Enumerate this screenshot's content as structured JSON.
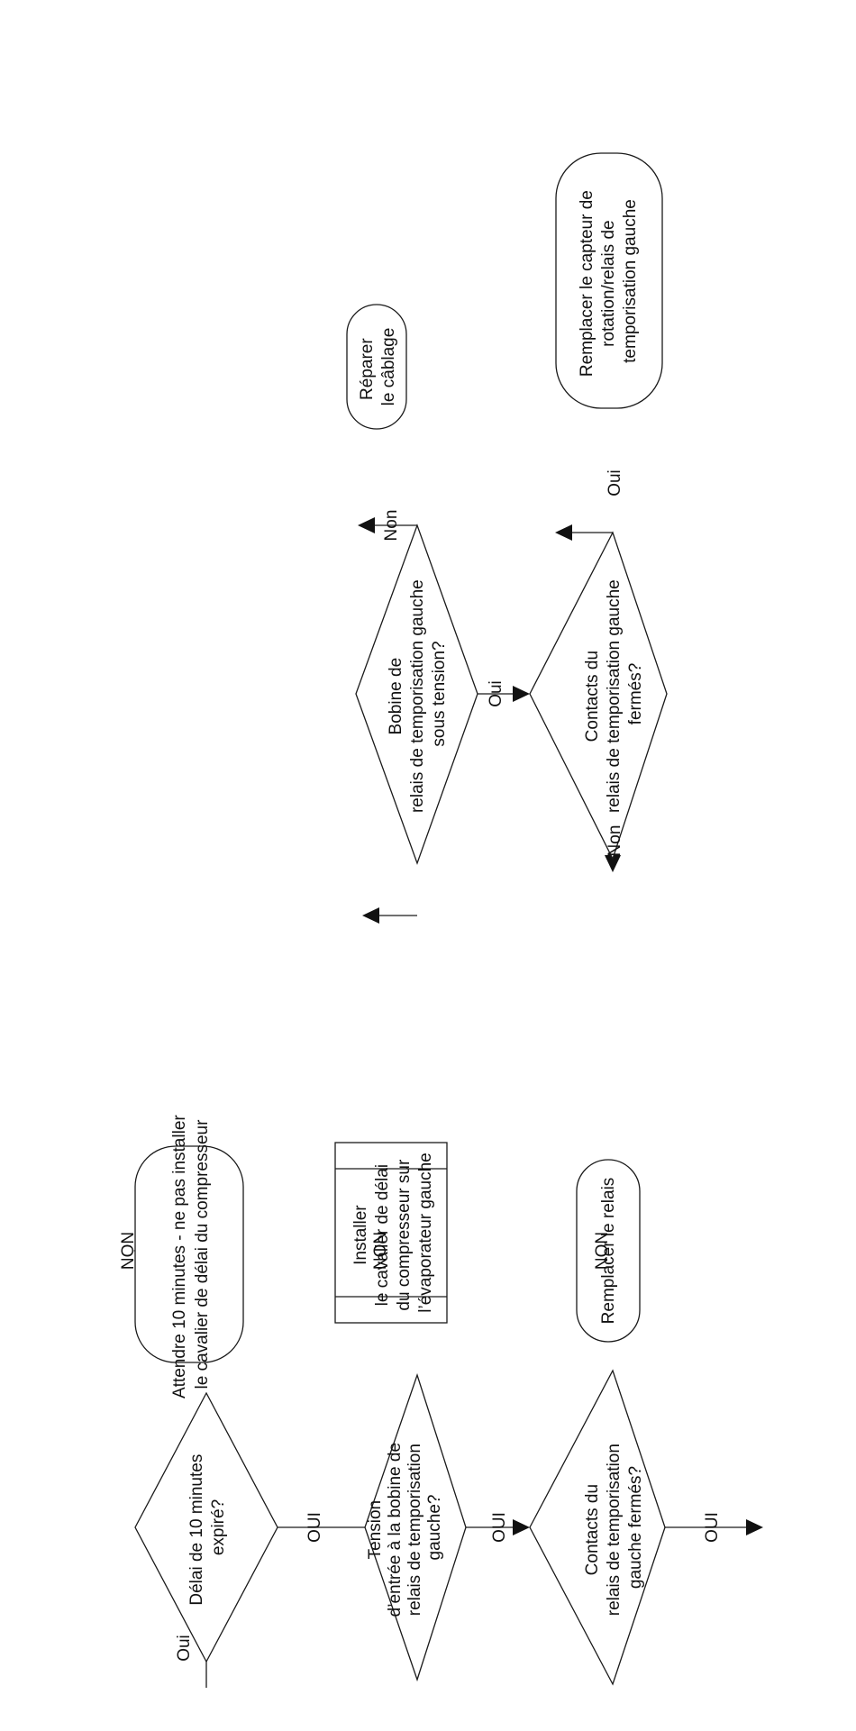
{
  "diagram": {
    "nodes": {
      "d1": {
        "lines": [
          "Délai de 10 minutes",
          "expiré?"
        ]
      },
      "t1": {
        "lines": [
          "Attendre 10 minutes - ne pas installer",
          "le cavalier de délai du compresseur"
        ]
      },
      "d2": {
        "lines": [
          "Tension",
          "d’entrée à la bobine de",
          "relais de temporisation",
          "gauche?"
        ]
      },
      "p1": {
        "lines": [
          "Installer",
          "le cavalier de délai",
          "du compresseur sur",
          "l’évaporateur gauche"
        ]
      },
      "d3": {
        "lines": [
          "Bobine de",
          "relais de temporisation gauche",
          "sous tension?"
        ]
      },
      "t2": {
        "lines": [
          "Réparer",
          "le câblage"
        ]
      },
      "d4": {
        "lines": [
          "Contacts du",
          "relais de temporisation",
          "gauche fermés?"
        ]
      },
      "t3": {
        "lines": [
          "Remplacer le relais"
        ]
      },
      "d5": {
        "lines": [
          "Contacts du",
          "relais de temporisation gauche",
          "fermés?"
        ]
      },
      "t4": {
        "lines": [
          "Remplacer le capteur de",
          "rotation/relais de",
          "temporisation gauche"
        ]
      }
    },
    "edge_labels": {
      "entry": "Oui",
      "d1_no": "NON",
      "d1_yes": "OUI",
      "d2_no": "NON",
      "d2_yes": "OUI",
      "d3_no": "Non",
      "d3_yes": "Oui",
      "d4_no": "NON",
      "d4_yes": "OUI",
      "d5_no": "Non",
      "d5_yes": "Oui"
    }
  }
}
